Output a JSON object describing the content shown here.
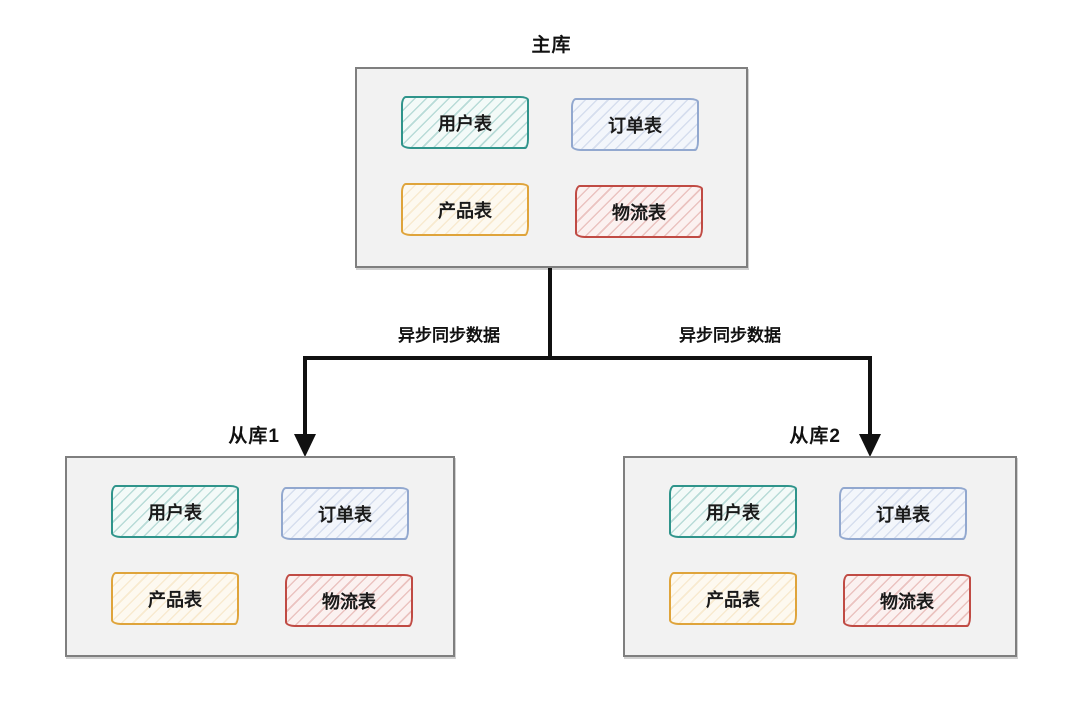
{
  "diagram": {
    "master": {
      "title": "主库",
      "tables": [
        {
          "label": "用户表",
          "color": "teal"
        },
        {
          "label": "订单表",
          "color": "blue"
        },
        {
          "label": "产品表",
          "color": "orange"
        },
        {
          "label": "物流表",
          "color": "red"
        }
      ]
    },
    "slaves": [
      {
        "title": "从库1",
        "tables": [
          {
            "label": "用户表",
            "color": "teal"
          },
          {
            "label": "订单表",
            "color": "blue"
          },
          {
            "label": "产品表",
            "color": "orange"
          },
          {
            "label": "物流表",
            "color": "red"
          }
        ]
      },
      {
        "title": "从库2",
        "tables": [
          {
            "label": "用户表",
            "color": "teal"
          },
          {
            "label": "订单表",
            "color": "blue"
          },
          {
            "label": "产品表",
            "color": "orange"
          },
          {
            "label": "物流表",
            "color": "red"
          }
        ]
      }
    ],
    "edges": [
      {
        "label": "异步同步数据",
        "from": "主库",
        "to": "从库1"
      },
      {
        "label": "异步同步数据",
        "from": "主库",
        "to": "从库2"
      }
    ],
    "colors": {
      "teal_border": "#2f948b",
      "blue_border": "#92a8cf",
      "orange_border": "#dfa43b",
      "red_border": "#c04b44",
      "container_bg": "#f2f2f2",
      "container_border": "#7f7f7f",
      "arrow": "#111111",
      "page_bg": "#ffffff"
    }
  }
}
